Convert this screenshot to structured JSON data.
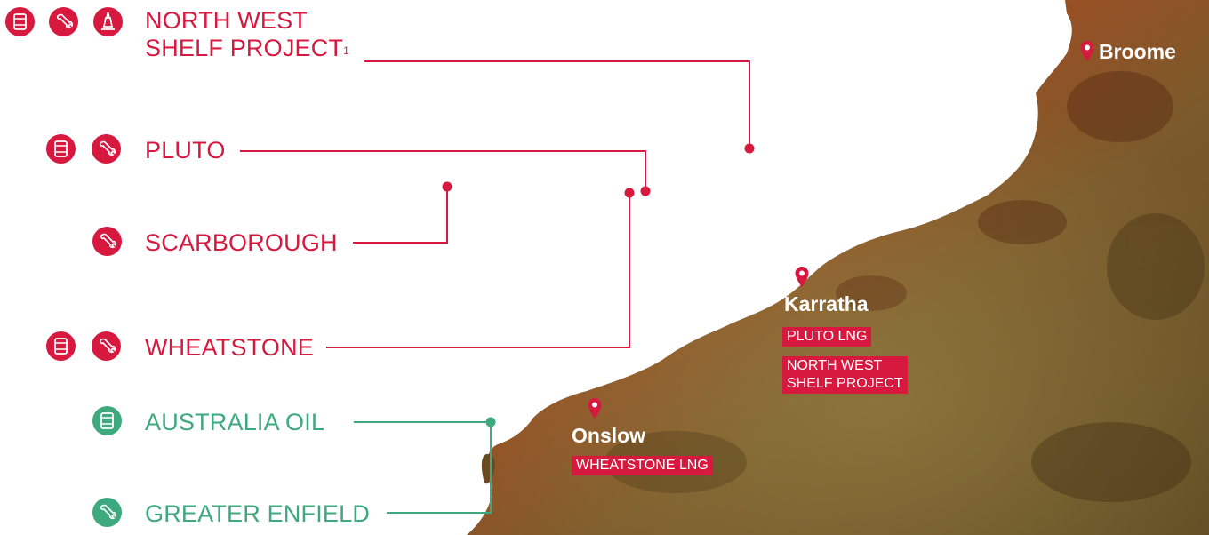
{
  "projects": {
    "nws_line1": "NORTH WEST",
    "nws_line2": "SHELF PROJECT",
    "nws_footnote": "1",
    "pluto": "PLUTO",
    "scarborough": "SCARBOROUGH",
    "wheatstone": "WHEATSTONE",
    "australia_oil": "AUSTRALIA OIL",
    "greater_enfield": "GREATER ENFIELD"
  },
  "towns": {
    "broome": "Broome",
    "karratha": "Karratha",
    "onslow": "Onslow"
  },
  "facilities": {
    "pluto_lng": "PLUTO LNG",
    "nws_line1": "NORTH WEST",
    "nws_line2": "SHELF PROJECT",
    "wheatstone_lng": "WHEATSTONE LNG"
  },
  "colors": {
    "gas_red": "#d7193f",
    "oil_green": "#3ea97e",
    "land_dark": "#6e3318",
    "land_mid": "#9a4a22",
    "land_olive": "#6d5a2c"
  },
  "icons": {
    "barrel": "barrel-icon",
    "wrench": "wrench-icon",
    "platform": "oil-platform-icon",
    "pin": "location-pin-icon"
  }
}
